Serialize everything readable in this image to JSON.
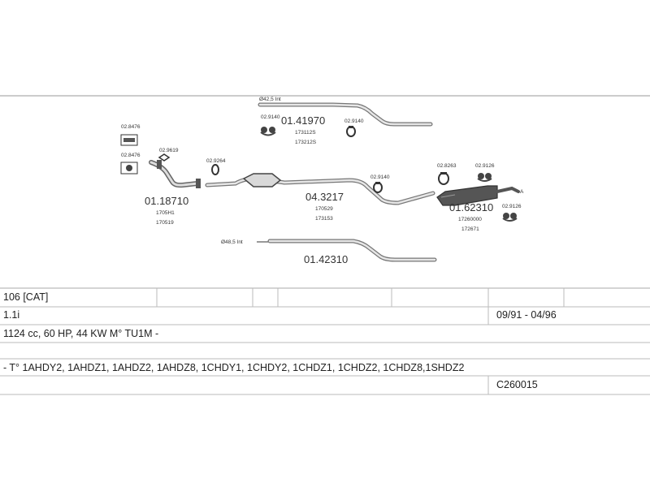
{
  "diagram": {
    "groups": [
      {
        "part_number": "01.18710",
        "refs": [
          "1705H1",
          "170519"
        ],
        "components": [
          {
            "code": "02.8476",
            "icon": "gasket-box-icon"
          },
          {
            "code": "02.8476",
            "icon": "clamp-box-icon"
          },
          {
            "code": "02.9619",
            "icon": "flange-gasket-icon"
          },
          {
            "code": "02.9264",
            "icon": "ring-gasket-icon"
          }
        ]
      },
      {
        "part_number": "01.41970",
        "refs": [
          "173112S",
          "173212S"
        ],
        "pipe_label": "Ø42,5 Int",
        "components": [
          {
            "code": "02.9140",
            "icon": "rubber-hanger-icon"
          },
          {
            "code": "02.9140",
            "icon": "clamp-icon"
          }
        ]
      },
      {
        "part_number": "04.3217",
        "refs": [
          "170529",
          "173153"
        ],
        "components": [
          {
            "code": "02.9140",
            "icon": "clamp-icon"
          }
        ]
      },
      {
        "part_number": "01.42310",
        "refs": [],
        "pipe_label": "Ø48,5 Int",
        "components": []
      },
      {
        "part_number": "01.62310",
        "refs": [
          "17260000",
          "172671"
        ],
        "end_marker": "A",
        "components": [
          {
            "code": "02.8263",
            "icon": "clamp-icon"
          },
          {
            "code": "02.9126",
            "icon": "rubber-hanger-icon"
          },
          {
            "code": "02.9126",
            "icon": "rubber-hanger-icon"
          }
        ]
      }
    ]
  },
  "vehicle": {
    "model": "106  [CAT]",
    "engine": "1.1i",
    "production": "09/91 - 04/96",
    "specs": "1124 cc, 60 HP, 44 KW M° TU1M -",
    "engine_codes": "- T° 1AHDY2, 1AHDZ1, 1AHDZ2, 1AHDZ8, 1CHDY1, 1CHDY2, 1CHDZ1, 1CHDZ2, 1CHDZ8,1SHDZ2",
    "catalog_code": "C260015"
  },
  "colors": {
    "line": "#555555",
    "pipe": "#777777",
    "grid": "#bbbbbb",
    "text": "#222222"
  }
}
